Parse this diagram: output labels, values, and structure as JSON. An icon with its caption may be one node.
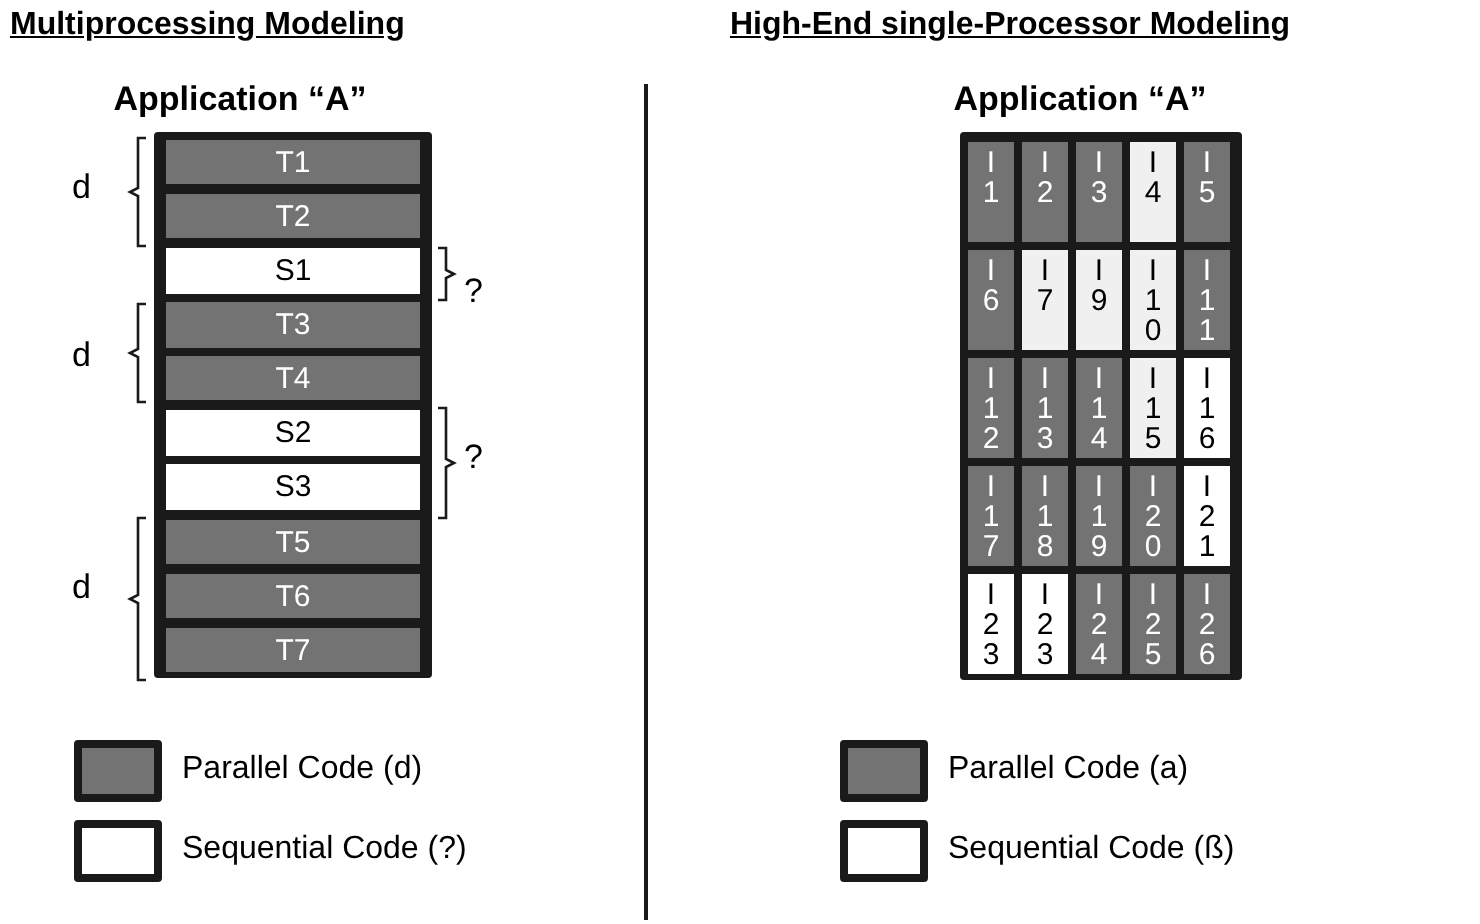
{
  "diagram": {
    "nodes": [
      {
        "text": [
          "Application “A”"
        ]
      },
      {
        "text": [
          "T1"
        ],
        "in": 0
      },
      {
        "text": [
          "T2"
        ],
        "in": 0
      },
      {
        "text": [
          "S1"
        ],
        "in": 0
      },
      {
        "text": [
          "T3"
        ],
        "in": 0
      },
      {
        "text": [
          "T4"
        ],
        "in": 0
      },
      {
        "text": [
          "S2"
        ],
        "in": 0
      },
      {
        "text": [
          "S3"
        ],
        "in": 0
      },
      {
        "text": [
          "T5"
        ],
        "in": 0
      },
      {
        "text": [
          "T6"
        ],
        "in": 0
      },
      {
        "text": [
          "T7"
        ],
        "in": 0
      },
      {
        "text": [
          "Application “A”"
        ]
      },
      {
        "text": [
          "I1"
        ],
        "in": 11
      },
      {
        "text": [
          "I2"
        ],
        "in": 11
      },
      {
        "text": [
          "I3"
        ],
        "in": 11
      },
      {
        "text": [
          "I4"
        ],
        "in": 11
      },
      {
        "text": [
          "I5"
        ],
        "in": 11
      },
      {
        "text": [
          "I6"
        ],
        "in": 11
      },
      {
        "text": [
          "I7"
        ],
        "in": 11
      },
      {
        "text": [
          "I9"
        ],
        "in": 11
      },
      {
        "text": [
          "I10"
        ],
        "in": 11
      },
      {
        "text": [
          "I11"
        ],
        "in": 11
      },
      {
        "text": [
          "I12"
        ],
        "in": 11
      },
      {
        "text": [
          "I13"
        ],
        "in": 11
      },
      {
        "text": [
          "I14"
        ],
        "in": 11
      },
      {
        "text": [
          "I15"
        ],
        "in": 11
      },
      {
        "text": [
          "I16"
        ],
        "in": 11
      },
      {
        "text": [
          "I17"
        ],
        "in": 11
      },
      {
        "text": [
          "I18"
        ],
        "in": 11
      },
      {
        "text": [
          "I19"
        ],
        "in": 11
      },
      {
        "text": [
          "I20"
        ],
        "in": 11
      },
      {
        "text": [
          "I21"
        ],
        "in": 11
      },
      {
        "text": [
          "I23"
        ],
        "in": 11
      },
      {
        "text": [
          "I23"
        ],
        "in": 11
      },
      {
        "text": [
          "I24"
        ],
        "in": 11
      },
      {
        "text": [
          "I25"
        ],
        "in": 11
      },
      {
        "text": [
          "I26"
        ],
        "in": 11
      }
    ],
    "labels": [
      "Multiprocessing Modeling",
      "High-End single-Processor Modeling",
      "d",
      "?",
      "d",
      "?",
      "d"
    ],
    "legend": [
      {
        "text": "Parallel Code (d)",
        "color": "#737373"
      },
      {
        "text": "Sequential Code (?)",
        "color": "#ffffff"
      },
      {
        "text": "Parallel Code (a)",
        "color": "#737373"
      },
      {
        "text": "Sequential Code (ß)",
        "color": "#ffffff"
      }
    ]
  }
}
